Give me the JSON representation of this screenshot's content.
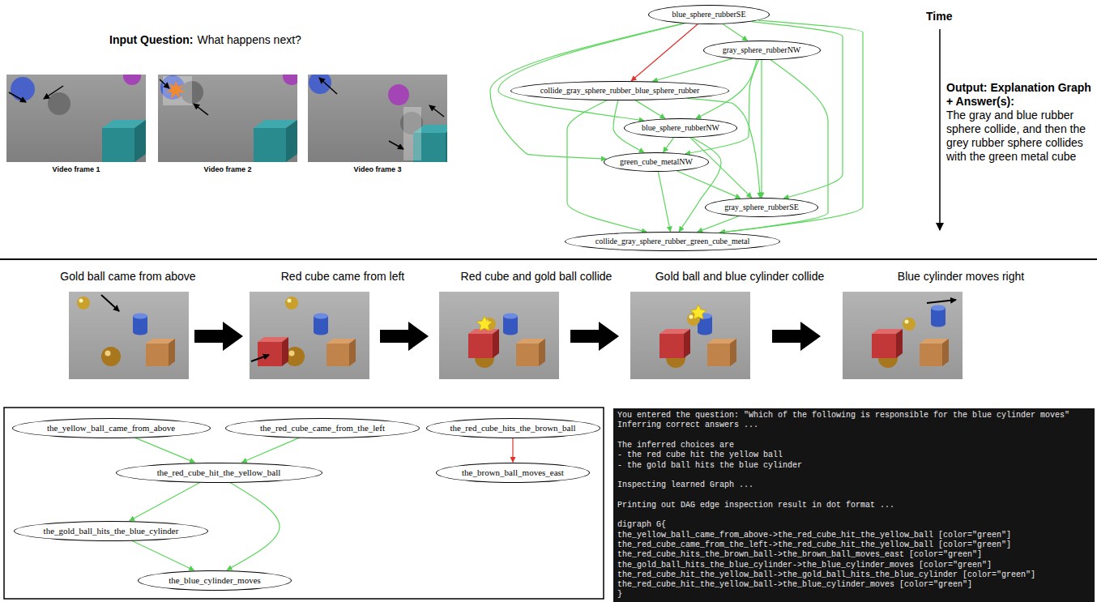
{
  "diagram": {
    "nodes": [
      {
        "text": [
          "blue_sphere_rubberSE"
        ]
      },
      {
        "text": [
          "gray_sphere_rubberNW"
        ]
      },
      {
        "text": [
          "collide_gray_sphere_rubber_blue_sphere_rubber"
        ]
      },
      {
        "text": [
          "blue_sphere_rubberNW"
        ]
      },
      {
        "text": [
          "green_cube_metalNW"
        ]
      },
      {
        "text": [
          "gray_sphere_rubberSE"
        ]
      },
      {
        "text": [
          "collide_gray_sphere_rubber_green_cube_metal"
        ]
      },
      {
        "text": [
          "the_yellow_ball_came_from_above"
        ]
      },
      {
        "text": [
          "the_red_cube_came_from_the_left"
        ]
      },
      {
        "text": [
          "the_red_cube_hits_the_brown_ball"
        ]
      },
      {
        "text": [
          "the_red_cube_hit_the_yellow_ball"
        ]
      },
      {
        "text": [
          "the_brown_ball_moves_east"
        ]
      },
      {
        "text": [
          "the_gold_ball_hits_the_blue_cylinder"
        ]
      },
      {
        "text": [
          "the_blue_cylinder_moves"
        ]
      }
    ],
    "edges": [
      {
        "from": 0,
        "to": 1,
        "arrow": "to"
      },
      {
        "from": 0,
        "to": 2,
        "arrow": "to"
      },
      {
        "from": 0,
        "to": 3,
        "arrow": "to"
      },
      {
        "from": 0,
        "to": 4,
        "arrow": "to"
      },
      {
        "from": 0,
        "to": 5,
        "arrow": "to"
      },
      {
        "from": 0,
        "to": 6,
        "arrow": "to"
      },
      {
        "from": 1,
        "to": 2,
        "arrow": "to"
      },
      {
        "from": 1,
        "to": 3,
        "arrow": "to"
      },
      {
        "from": 1,
        "to": 4,
        "arrow": "to"
      },
      {
        "from": 1,
        "to": 5,
        "arrow": "to"
      },
      {
        "from": 1,
        "to": 6,
        "arrow": "to"
      },
      {
        "from": 2,
        "to": 3,
        "arrow": "to"
      },
      {
        "from": 2,
        "to": 4,
        "arrow": "to"
      },
      {
        "from": 2,
        "to": 5,
        "arrow": "to"
      },
      {
        "from": 2,
        "to": 6,
        "arrow": "to"
      },
      {
        "from": 3,
        "to": 4,
        "arrow": "to"
      },
      {
        "from": 3,
        "to": 5,
        "arrow": "to"
      },
      {
        "from": 3,
        "to": 6,
        "arrow": "to"
      },
      {
        "from": 4,
        "to": 5,
        "arrow": "to"
      },
      {
        "from": 4,
        "to": 6,
        "arrow": "to"
      },
      {
        "from": 5,
        "to": 6,
        "arrow": "to"
      },
      {
        "from": 7,
        "to": 10,
        "arrow": "to"
      },
      {
        "from": 8,
        "to": 10,
        "arrow": "to"
      },
      {
        "from": 9,
        "to": 11,
        "arrow": "to"
      },
      {
        "from": 10,
        "to": 12,
        "arrow": "to"
      },
      {
        "from": 10,
        "to": 13,
        "arrow": "to"
      },
      {
        "from": 12,
        "to": 13,
        "arrow": "to"
      }
    ],
    "labels": [
      "Input Question:",
      "What happens next?",
      "Video frame 1",
      "Video frame 2",
      "Video frame 3",
      "Time",
      "Output: Explanation Graph + Answer(s):",
      "The gray and blue rubber sphere collide, and then the grey rubber sphere collides with the green metal cube",
      "Gold ball came from above",
      "Red cube came from left",
      "Red cube and gold ball collide",
      "Gold ball and blue cylinder collide",
      "Blue cylinder moves right",
      "You entered the question: \"Which of the following is responsible for the blue cylinder moves\"",
      "Inferring correct answers ...",
      "The inferred choices are",
      "- the red cube hit the yellow ball",
      "- the gold ball hits the blue cylinder",
      "Inspecting learned Graph ...",
      "Printing out DAG edge inspection result in dot format ...",
      "digraph G{",
      "the_yellow_ball_came_from_above->the_red_cube_hit_the_yellow_ball [color=\"green\"]",
      "the_red_cube_came_from_the_left->the_red_cube_hit_the_yellow_ball [color=\"green\"]",
      "the_red_cube_hits_the_brown_ball->the_brown_ball_moves_east [color=\"green\"]",
      "the_gold_ball_hits_the_blue_cylinder->the_blue_cylinder_moves [color=\"green\"]",
      "the_red_cube_hit_the_yellow_ball->the_gold_ball_hits_the_blue_cylinder [color=\"green\"]",
      "the_red_cube_hit_the_yellow_ball->the_blue_cylinder_moves [color=\"green\"]",
      "}"
    ]
  }
}
